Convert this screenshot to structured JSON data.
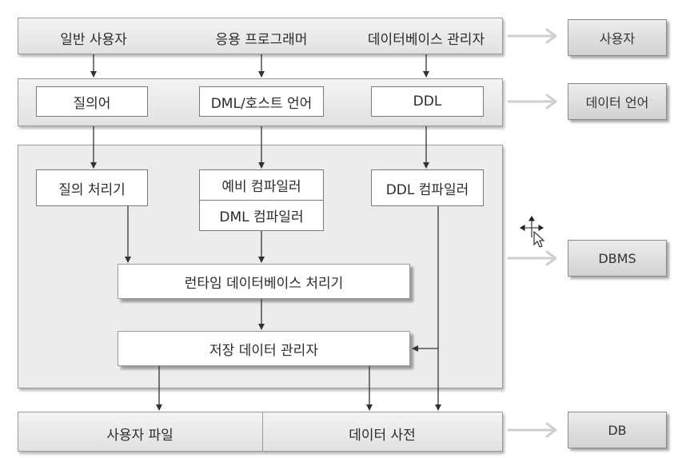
{
  "users": {
    "general_user": "일반 사용자",
    "app_programmer": "응용 프로그래머",
    "dba": "데이터베이스 관리자"
  },
  "languages": {
    "query_language": "질의어",
    "dml_host_language": "DML/호스트 언어",
    "ddl": "DDL"
  },
  "dbms": {
    "query_processor": "질의 처리기",
    "precompiler": "예비 컴파일러",
    "dml_compiler": "DML 컴파일러",
    "ddl_compiler": "DDL 컴파일러",
    "runtime_db_processor": "런타임 데이터베이스 처리기",
    "stored_data_manager": "저장 데이터 관리자"
  },
  "storage": {
    "user_files": "사용자 파일",
    "data_dictionary": "데이터 사전"
  },
  "right_labels": {
    "users": "사용자",
    "data_language": "데이터 언어",
    "dbms": "DBMS",
    "db": "DB"
  }
}
